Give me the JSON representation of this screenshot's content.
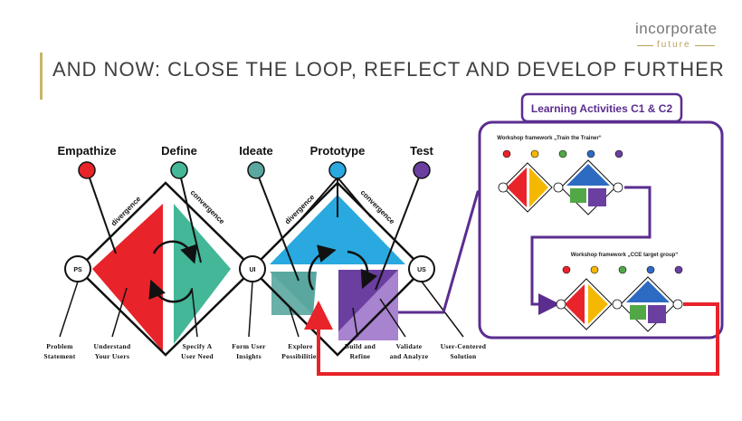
{
  "header": {
    "title": "AND NOW: CLOSE THE LOOP, REFLECT AND DEVELOP FURTHER"
  },
  "logo": {
    "line1": "incorporate",
    "line2": "future"
  },
  "stages": [
    {
      "label": "Empathize",
      "color": "#e8232a"
    },
    {
      "label": "Define",
      "color": "#43b798"
    },
    {
      "label": "Ideate",
      "color": "#5aa7a0"
    },
    {
      "label": "Prototype",
      "color": "#29a9e0"
    },
    {
      "label": "Test",
      "color": "#6b3fa0"
    }
  ],
  "diamond_labels": {
    "left_divergence": "divergence",
    "left_convergence": "convergence",
    "right_divergence": "divergence",
    "right_convergence": "convergence"
  },
  "nodes": {
    "ps": "PS",
    "ui": "UI",
    "us": "US"
  },
  "steps": [
    {
      "line1": "Problem",
      "line2": "Statement"
    },
    {
      "line1": "Understand",
      "line2": "Your Users"
    },
    {
      "line1": "Specify A",
      "line2": "User Need"
    },
    {
      "line1": "Form User",
      "line2": "Insights"
    },
    {
      "line1": "Explore",
      "line2": "Possibilities"
    },
    {
      "line1": "Build and",
      "line2": "Refine"
    },
    {
      "line1": "Validate",
      "line2": "and Analyze"
    },
    {
      "line1": "User-Centered",
      "line2": "Solution"
    }
  ],
  "learning_activities": {
    "title": "Learning Activities C1 & C2",
    "workshop1_title": "Workshop framework „Train the Trainer“",
    "workshop2_title": "Workshop framework „CCE target group“"
  },
  "colors": {
    "frame_purple": "#5b2d8f",
    "loop_red": "#e8232a",
    "accent_gold": "#c9b468"
  }
}
